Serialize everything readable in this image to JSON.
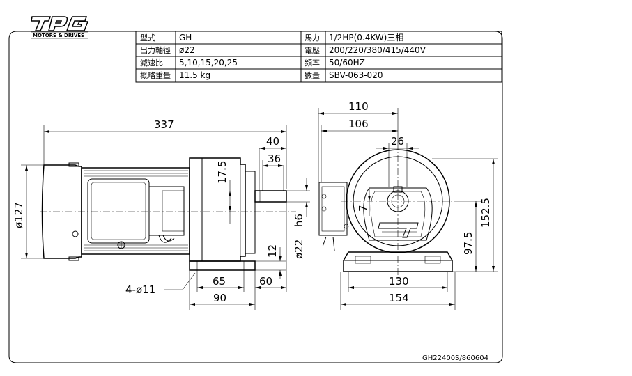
{
  "logo": {
    "mark": "TPG",
    "tagline": "MOTORS & DRIVES"
  },
  "specs": {
    "rows": [
      {
        "label": "型式",
        "value": "GH",
        "label2": "馬力",
        "value2": "1/2HP(0.4KW)三相"
      },
      {
        "label": "出力軸徑",
        "value": "ø22",
        "label2": "電壓",
        "value2": "200/220/380/415/440V"
      },
      {
        "label": "減速比",
        "value": "5,10,15,20,25",
        "label2": "頻率",
        "value2": "50/60HZ"
      },
      {
        "label": "概略重量",
        "value": "11.5 kg",
        "label2": "數量",
        "value2": "SBV-063-020"
      }
    ]
  },
  "side_view": {
    "overall_length": "337",
    "shaft_length": "40",
    "shaft_key_length": "36",
    "key_depth": "17.5",
    "motor_diameter": "ø127",
    "shaft_diameter": "ø22",
    "shaft_tolerance": "h6",
    "foot_height": "12",
    "foot_hole_spacing": "65",
    "foot_offset": "60",
    "foot_length": "90",
    "mounting_holes": "4-ø11"
  },
  "end_view": {
    "width_top": "110",
    "width_inner": "106",
    "key_width": "26",
    "key_dim": "7",
    "overall_height": "152.5",
    "center_height": "97.5",
    "foot_hole_spacing": "130",
    "foot_width": "154"
  },
  "drawing_number": "GH22400S/860604"
}
